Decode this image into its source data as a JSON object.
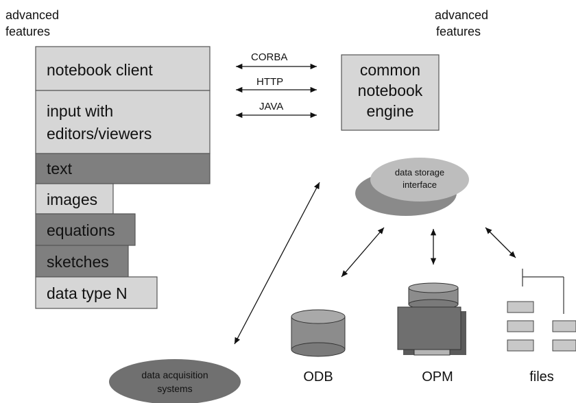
{
  "top_left_label": [
    "advanced",
    "features"
  ],
  "top_right_label": [
    "advanced",
    "features"
  ],
  "client": {
    "header": "notebook  client",
    "input_label": [
      "input with",
      "editors/viewers"
    ],
    "data_types": [
      "text",
      "images",
      "equations",
      "sketches",
      "data  type N"
    ]
  },
  "protocols": [
    "CORBA",
    "HTTP",
    "JAVA"
  ],
  "engine": [
    "common",
    "notebook",
    "engine"
  ],
  "storage_interface": [
    "data storage",
    "interface"
  ],
  "acquisition": [
    "data acquisition",
    "systems"
  ],
  "stores": {
    "odb": "ODB",
    "opm": "OPM",
    "files": "files"
  }
}
